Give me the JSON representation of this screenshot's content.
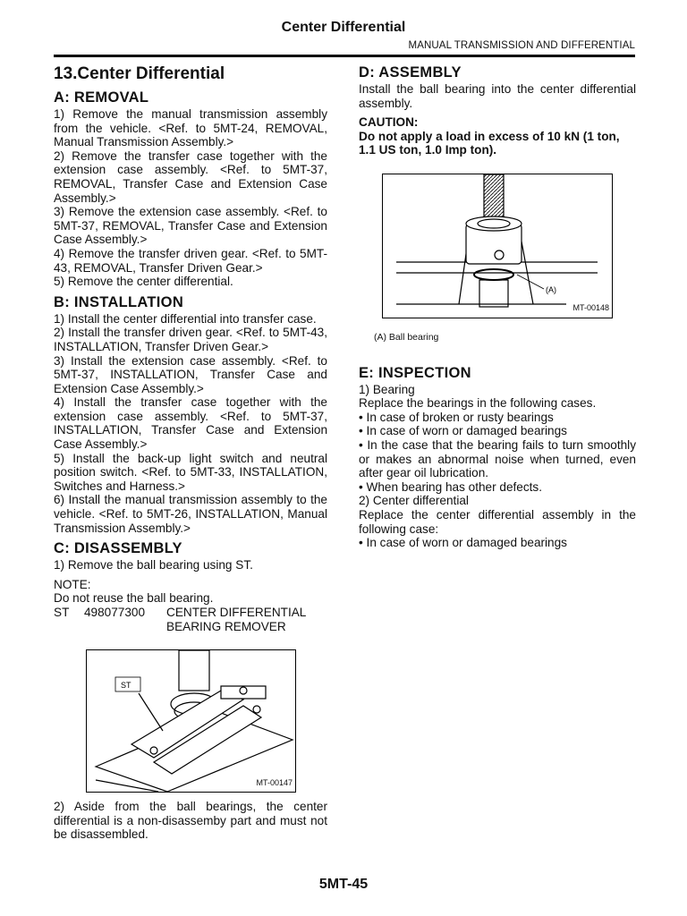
{
  "header": {
    "title": "Center Differential",
    "section": "MANUAL TRANSMISSION AND DIFFERENTIAL"
  },
  "main_title": "13.Center Differential",
  "removal": {
    "heading": "A:  REMOVAL",
    "steps": [
      "1) Remove the manual transmission assembly from the vehicle. <Ref. to 5MT-24, REMOVAL, Manual Transmission Assembly.>",
      "2) Remove the transfer case together with the extension case assembly. <Ref. to 5MT-37, REMOVAL, Transfer Case and Extension Case Assembly.>",
      "3) Remove the extension case assembly. <Ref. to 5MT-37, REMOVAL, Transfer Case and Extension Case Assembly.>",
      "4) Remove the transfer driven gear. <Ref. to 5MT-43, REMOVAL, Transfer Driven Gear.>",
      "5) Remove the center differential."
    ]
  },
  "installation": {
    "heading": "B:  INSTALLATION",
    "steps": [
      "1) Install the center differential into transfer case.",
      "2) Install the transfer driven gear. <Ref. to 5MT-43, INSTALLATION, Transfer Driven Gear.>",
      "3) Install the extension case assembly. <Ref. to 5MT-37, INSTALLATION, Transfer Case and Extension Case Assembly.>",
      "4) Install the transfer case together with the extension case assembly. <Ref. to 5MT-37, INSTALLATION, Transfer Case and Extension Case Assembly.>",
      "5) Install the back-up light switch and neutral position switch. <Ref. to 5MT-33, INSTALLATION, Switches and Harness.>",
      "6) Install the manual transmission assembly to the vehicle. <Ref. to 5MT-26, INSTALLATION, Manual Transmission Assembly.>"
    ]
  },
  "disassembly": {
    "heading": "C:  DISASSEMBLY",
    "step1": "1) Remove the ball bearing using ST.",
    "note_label": "NOTE:",
    "note": "Do not reuse the ball bearing.",
    "st": {
      "label": "ST",
      "number": "498077300",
      "name1": "CENTER DIFFERENTIAL",
      "name2": "BEARING REMOVER"
    },
    "figure": {
      "callout": "ST",
      "id": "MT-00147"
    },
    "step2": "2) Aside from the ball bearings, the center differential is a non-disassemby part and must not be disassembled."
  },
  "assembly": {
    "heading": "D:  ASSEMBLY",
    "text": "Install the ball bearing into the center differential assembly.",
    "caution_label": "CAUTION:",
    "caution": "Do not apply a load in excess of 10 kN (1 ton, 1.1 US ton, 1.0 Imp ton).",
    "figure": {
      "callout": "(A)",
      "id": "MT-00148"
    },
    "caption": "(A)    Ball bearing"
  },
  "inspection": {
    "heading": "E:  INSPECTION",
    "sub1": "1) Bearing",
    "intro1": "Replace the bearings in the following cases.",
    "bullets1": [
      "•  In case of broken or rusty bearings",
      "•  In case of worn or damaged bearings",
      "•  In the case that the bearing fails to turn smoothly or makes an abnormal noise when turned, even after gear oil lubrication.",
      "•  When bearing has other defects."
    ],
    "sub2": "2) Center differential",
    "intro2": "Replace the center differential assembly in the following case:",
    "bullets2": [
      "•  In case of worn or damaged bearings"
    ]
  },
  "footer": {
    "page": "5MT-45"
  }
}
